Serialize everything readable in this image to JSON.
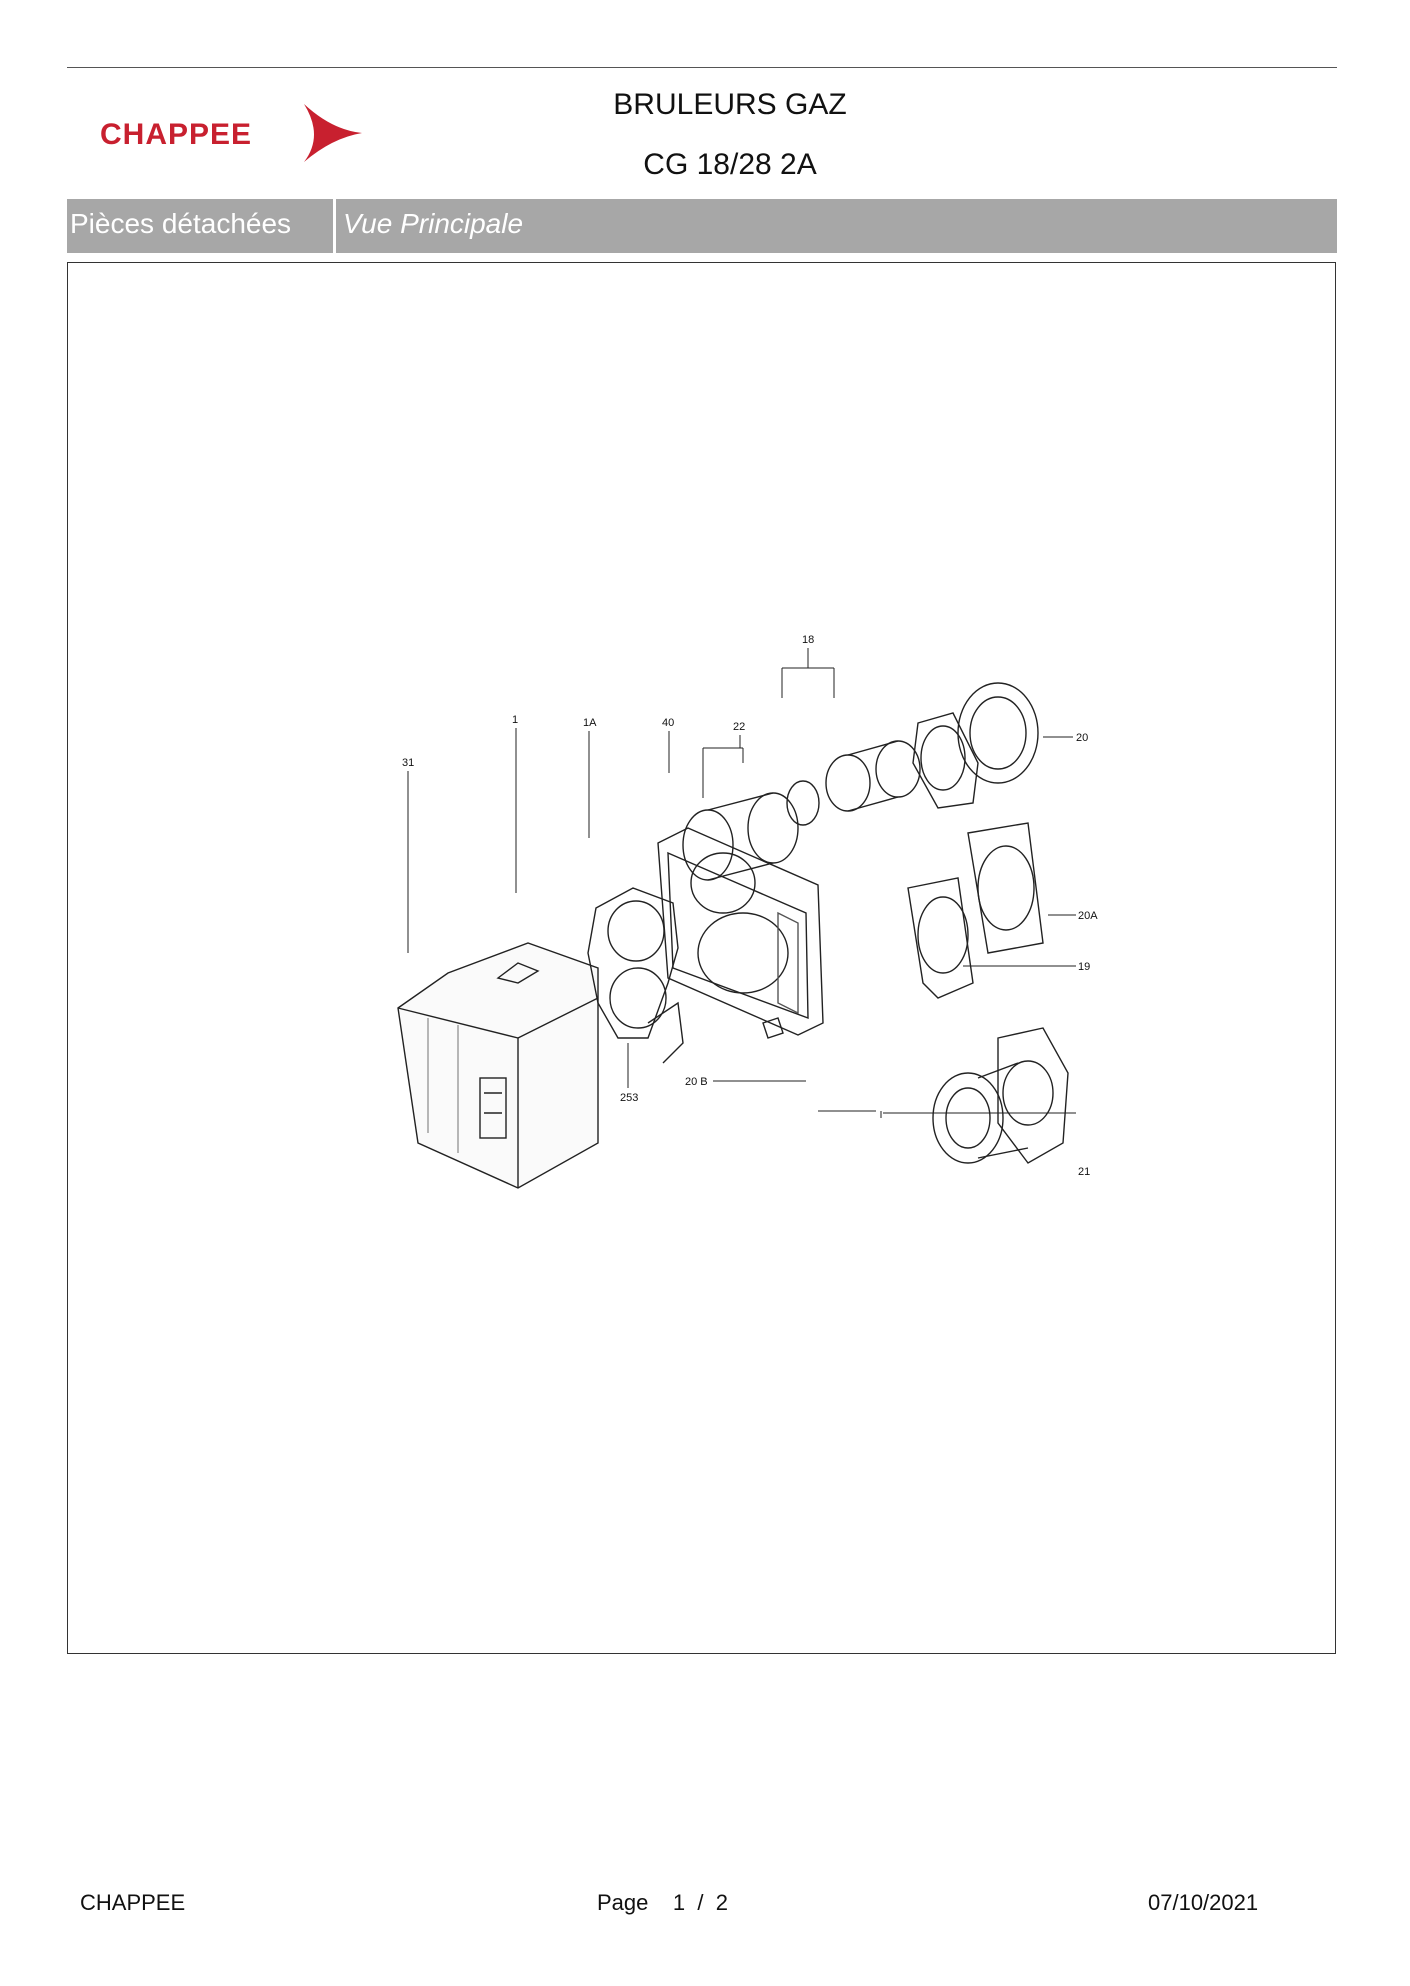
{
  "header": {
    "brand": "CHAPPEE",
    "title": "BRULEURS GAZ",
    "model": "CG 18/28 2A"
  },
  "section_bar": {
    "category": "Pièces détachées",
    "view": "Vue Principale"
  },
  "diagram": {
    "callouts": [
      "18",
      "1",
      "1A",
      "40",
      "22",
      "20",
      "31",
      "20A",
      "19",
      "253",
      "20 B",
      "21"
    ]
  },
  "footer": {
    "company": "CHAPPEE",
    "page_label": "Page",
    "page_current": "1",
    "page_separator": "/",
    "page_total": "2",
    "date": "07/10/2021"
  },
  "colors": {
    "brand_red": "#c8202f",
    "bar_gray": "#a7a7a7"
  }
}
